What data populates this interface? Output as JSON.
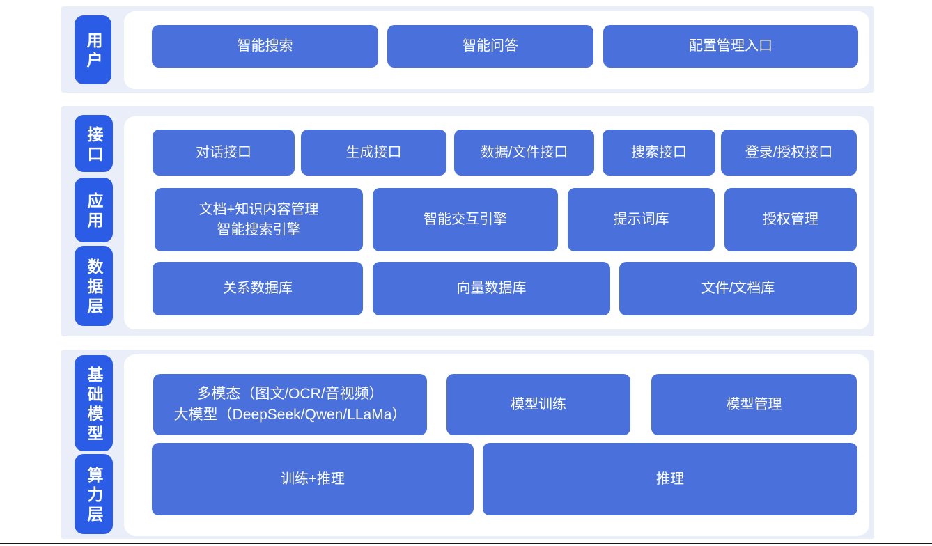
{
  "colors": {
    "panel_background": "#e9eef8",
    "layer_label_blue": "#2b5ce6",
    "box_blue": "#4a70dc",
    "text_white": "#ffffff",
    "bottom_rule": "#161616"
  },
  "layers": {
    "user": {
      "label": "用户",
      "boxes": {
        "smart_search": "智能搜索",
        "smart_qa": "智能问答",
        "config_entry": "配置管理入口"
      }
    },
    "interface": {
      "label": "接口",
      "boxes": {
        "dialog_api": "对话接口",
        "generation_api": "生成接口",
        "data_file_api": "数据/文件接口",
        "search_api": "搜索接口",
        "login_auth_api": "登录/授权接口"
      }
    },
    "application": {
      "label": "应用",
      "boxes": {
        "doc_knowledge_mgmt": "文档+知识内容管理\n智能搜索引擎",
        "interaction_engine": "智能交互引擎",
        "prompt_library": "提示词库",
        "auth_mgmt": "授权管理"
      }
    },
    "data": {
      "label": "数据层",
      "boxes": {
        "relational_db": "关系数据库",
        "vector_db": "向量数据库",
        "file_doc_store": "文件/文档库"
      }
    },
    "foundation_model": {
      "label": "基础模型",
      "boxes": {
        "multimodal_llm": "多模态（图文/OCR/音视频）\n大模型（DeepSeek/Qwen/LLaMa）",
        "model_training": "模型训练",
        "model_management": "模型管理"
      }
    },
    "compute": {
      "label": "算力层",
      "boxes": {
        "training_inference": "训练+推理",
        "inference": "推理"
      }
    }
  }
}
